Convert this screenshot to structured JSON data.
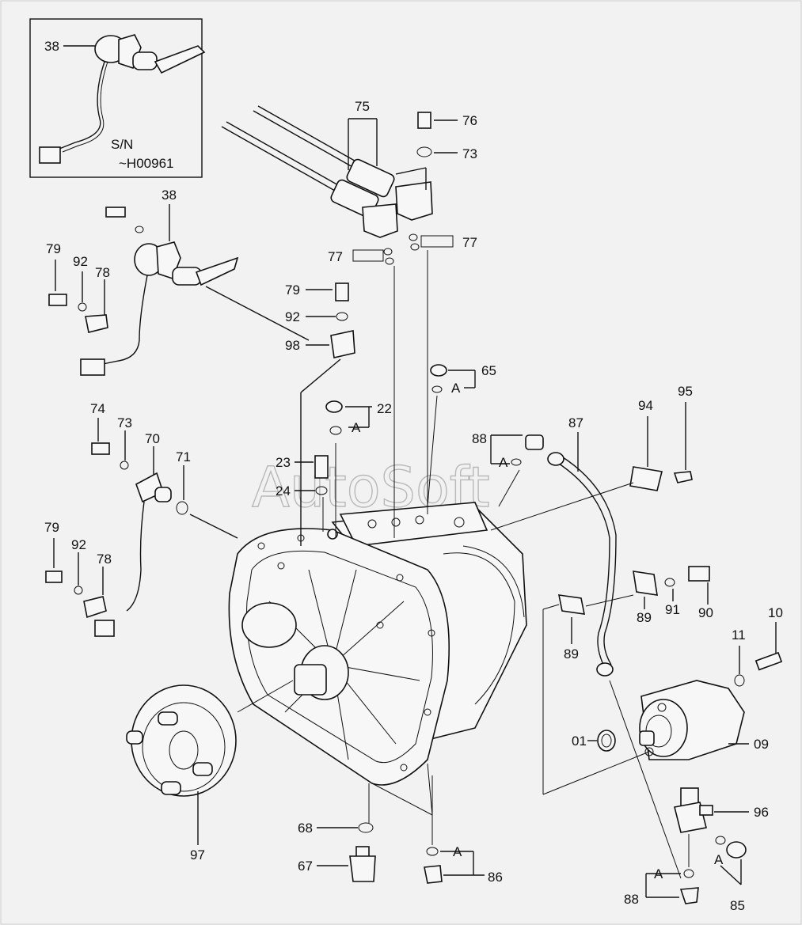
{
  "inset": {
    "part_label": "38",
    "serial_note_line1": "S/N",
    "serial_note_line2": "~H00961"
  },
  "watermark": "AutoSoft",
  "callouts": {
    "c38_main": "38",
    "c79_a": "79",
    "c92_a": "92",
    "c78_a": "78",
    "c74": "74",
    "c73_a": "73",
    "c70": "70",
    "c71": "71",
    "c79_b": "79",
    "c92_b": "92",
    "c78_b": "78",
    "c75": "75",
    "c76": "76",
    "c73_b": "73",
    "c77_a": "77",
    "c77_b": "77",
    "c79_c": "79",
    "c92_c": "92",
    "c98": "98",
    "c22": "22",
    "c23": "23",
    "c24": "24",
    "c65": "65",
    "c88_top": "88",
    "c87": "87",
    "c94": "94",
    "c95": "95",
    "c89_a": "89",
    "c91": "91",
    "c90": "90",
    "c89_b": "89",
    "c11": "11",
    "c10": "10",
    "c01": "01",
    "c09": "09",
    "c96": "96",
    "c85": "85",
    "c88_bottom": "88",
    "c97": "97",
    "c68": "68",
    "c67": "67",
    "c86": "86",
    "a_mark": "A"
  }
}
